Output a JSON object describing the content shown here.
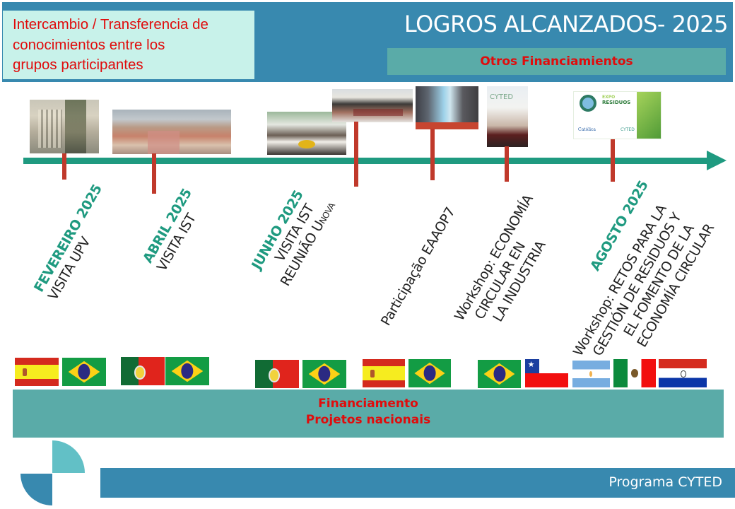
{
  "header": {
    "intro_lines": [
      "Intercambio / Transferencia de",
      "conocimientos entre los",
      "grupos participantes"
    ],
    "title": "LOGROS ALCANZADOS- 2025",
    "other_funding": "Otros Financiamientos"
  },
  "colors": {
    "header_blue": "#3889af",
    "teal_band": "#5aaba8",
    "intro_bg": "#c8f2ea",
    "accent_red": "#e00c0c",
    "timeline_green": "#1f9a80",
    "tick_red": "#c0392b"
  },
  "photos": [
    {
      "id": "photo-1",
      "depicts": "historic building with palm trees"
    },
    {
      "id": "photo-2",
      "depicts": "Lisbon city panorama"
    },
    {
      "id": "photo-3",
      "depicts": "group lunch meeting"
    },
    {
      "id": "photo-4",
      "depicts": "group at restaurant table"
    },
    {
      "id": "photo-5",
      "depicts": "group at EAAOP7 conference poster"
    },
    {
      "id": "photo-6",
      "depicts": "CYTED presentation room",
      "text": "CYTED"
    },
    {
      "id": "photo-7",
      "depicts": "Expo Residuos event poster",
      "text_expo": "EXPO",
      "text_residuos": "RESIDUOS",
      "text_cyted": "CYTED",
      "text_catolica": "Católica"
    }
  ],
  "timeline": {
    "events": [
      {
        "date": "FEVEREIRO 2025",
        "lines": [
          "VISITA UPV"
        ]
      },
      {
        "date": "ABRIL 2025",
        "lines": [
          "VISITA IST"
        ]
      },
      {
        "date": "JUNHO 2025",
        "lines": [
          "VISITA IST",
          "REUNIÃO U",
          "NOVA"
        ]
      },
      {
        "date": "",
        "lines": [
          "Participação EAAOP7"
        ]
      },
      {
        "date": "",
        "lines": [
          "Workshop: ECONOMÍA",
          "CIRCULAR EN",
          "LA INDUSTRIA"
        ]
      },
      {
        "date": "AGOSTO 2025",
        "lines": [
          "Workshop: RETOS PARA LA",
          "GESTIÓN DE RESIDUOS Y",
          "EL FOMENTO DE LA",
          "ECONOMÍA CIRCULAR"
        ]
      }
    ]
  },
  "flags": {
    "group_1": [
      "Spain",
      "Brazil"
    ],
    "group_2": [
      "Portugal",
      "Brazil"
    ],
    "group_3": [
      "Portugal",
      "Brazil"
    ],
    "group_4": [
      "Spain",
      "Brazil"
    ],
    "group_5": [
      "Brazil",
      "Chile",
      "Argentina",
      "Mexico",
      "Paraguay"
    ]
  },
  "funding": {
    "line1": "Financiamento",
    "line2": "Projetos nacionais"
  },
  "footer": {
    "program": "Programa CYTED"
  }
}
